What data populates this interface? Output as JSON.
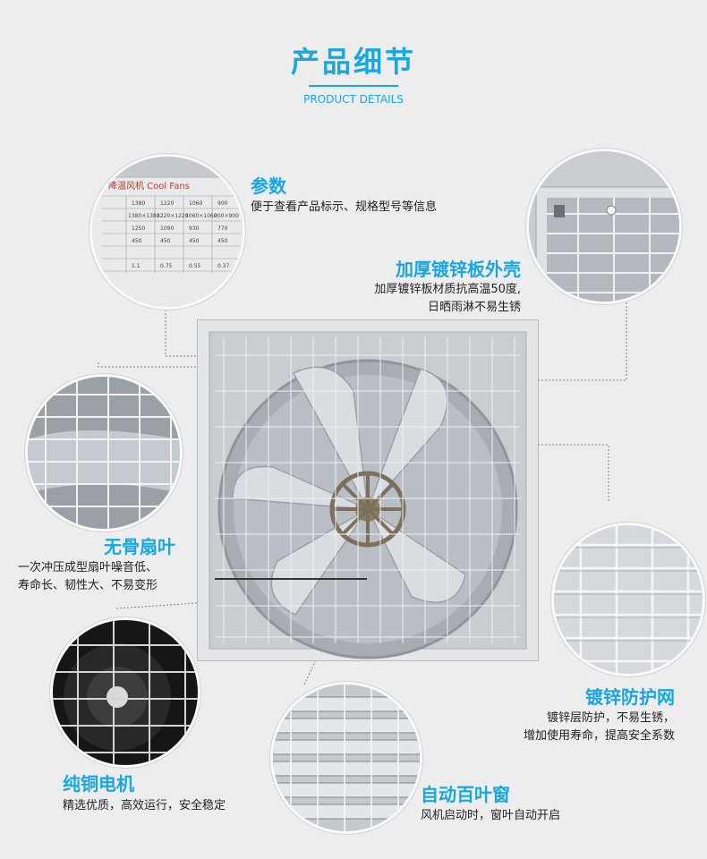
{
  "header": {
    "title": "产品细节",
    "subtitle": "PRODUCT DETAILS",
    "accent_color": "#1aa7de"
  },
  "features": {
    "params": {
      "title": "参数",
      "desc": [
        "便于查看产品标示、规格型号等信息"
      ],
      "label_image": {
        "heading": "降温风机 Cool Fans",
        "rows": [
          [
            "1380",
            "1220",
            "1060",
            "900"
          ],
          [
            "1380×1380",
            "1220×1220",
            "1060×1060",
            "900×900"
          ],
          [
            "1250",
            "1090",
            "930",
            "770"
          ],
          [
            "450",
            "450",
            "450",
            "450"
          ],
          [
            "",
            "",
            "",
            ""
          ],
          [
            "1.1",
            "0.75",
            "0.55",
            "0.37"
          ]
        ]
      }
    },
    "shell": {
      "title": "加厚镀锌板外壳",
      "desc": [
        "加厚镀锌板材质抗高温50度,",
        "日晒雨淋不易生锈"
      ]
    },
    "blade": {
      "title": "无骨扇叶",
      "desc": [
        "一次冲压成型扇叶噪音低、",
        "寿命长、韧性大、不易变形"
      ]
    },
    "guard": {
      "title": "镀锌防护网",
      "desc": [
        "镀锌层防护，不易生锈，",
        "增加使用寿命，提高安全系数"
      ]
    },
    "motor": {
      "title": "纯铜电机",
      "desc": [
        "精选优质，高效运行，安全稳定"
      ]
    },
    "shutter": {
      "title": "自动百叶窗",
      "desc": [
        "风机启动时，窗叶自动开启"
      ]
    }
  },
  "icons": [
    "fan-icon",
    "motor-icon",
    "grille-icon",
    "shutter-icon"
  ]
}
